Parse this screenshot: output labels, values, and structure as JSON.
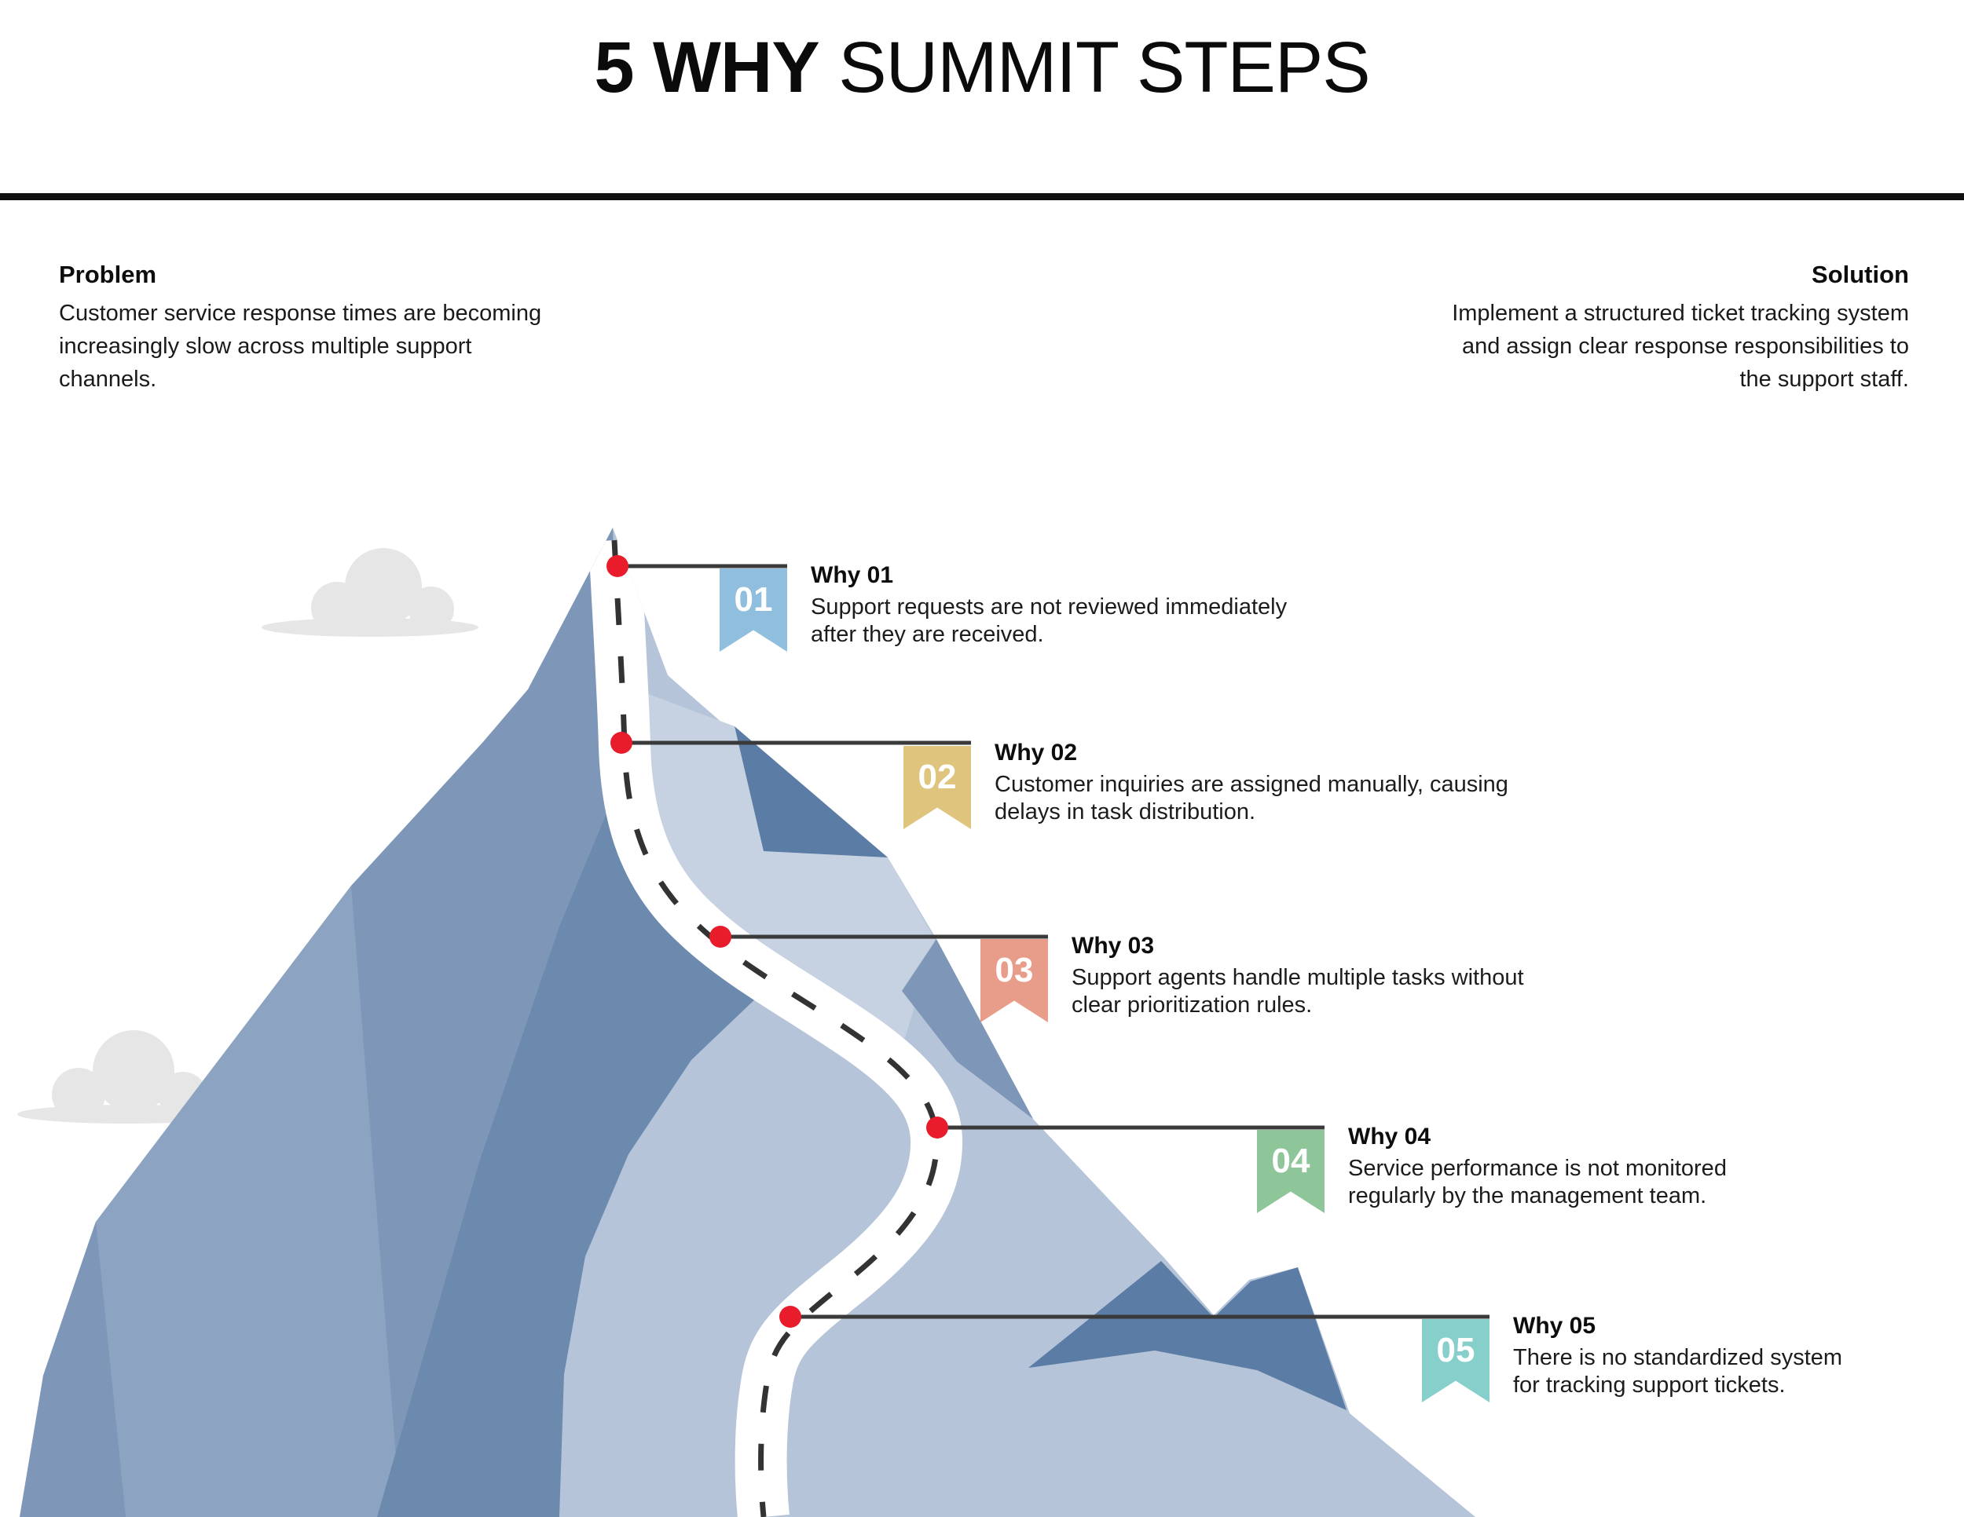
{
  "title": {
    "emphasis": "5 WHY",
    "rest": " SUMMIT STEPS"
  },
  "problem": {
    "heading": "Problem",
    "body": "Customer service response times are becoming\nincreasingly slow across multiple support\nchannels."
  },
  "solution": {
    "heading": "Solution",
    "body": "Implement a structured ticket tracking system\nand assign clear response responsibilities to\nthe support staff."
  },
  "steps": [
    {
      "number": "01",
      "label": "Why 01",
      "description": "Support requests are not reviewed immediately\nafter they are received.",
      "flag_color": "#8FBEDF"
    },
    {
      "number": "02",
      "label": "Why 02",
      "description": "Customer inquiries are assigned manually, causing\ndelays in task distribution.",
      "flag_color": "#DFC47D"
    },
    {
      "number": "03",
      "label": "Why 03",
      "description": "Support agents handle multiple tasks without\nclear prioritization rules.",
      "flag_color": "#E89D8B"
    },
    {
      "number": "04",
      "label": "Why 04",
      "description": "Service performance is not monitored\nregularly by the management team.",
      "flag_color": "#8EC69A"
    },
    {
      "number": "05",
      "label": "Why 05",
      "description": "There is no standardized system\nfor tracking support tickets.",
      "flag_color": "#86CFCB"
    }
  ],
  "palette": {
    "mountain_base": "#B5C4D8",
    "mountain_light": "#C6D2E1",
    "mountain_medium": "#7E97B8",
    "mountain_medium_light": "#8CA4C1",
    "mountain_shadow": "#6C89AE",
    "mountain_dark": "#5B7CA4",
    "trail": "#FFFFFF",
    "trail_dash": "#333333",
    "connector_line": "#3A3A3A",
    "milestone_dot": "#E81C2A",
    "cloud": "#E6E6E6",
    "divider": "#101010"
  }
}
